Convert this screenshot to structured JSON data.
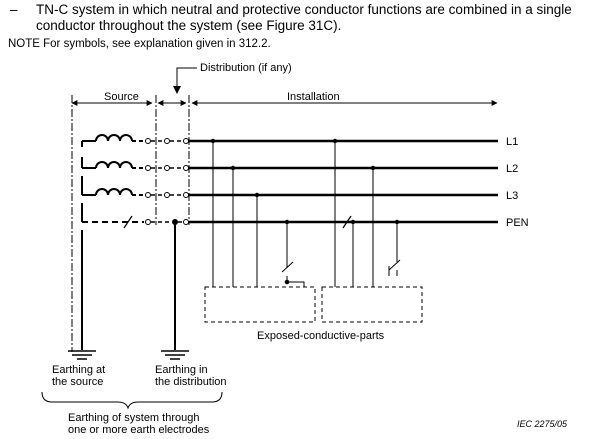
{
  "intro": {
    "dash": "–",
    "text": "TN-C system in which neutral and protective conductor functions are combined in a single conductor throughout the system (see Figure 31C)."
  },
  "note": "NOTE  For symbols, see explanation given in 312.2.",
  "diagram": {
    "distribution_label": "Distribution (if any)",
    "source_label": "Source",
    "installation_label": "Installation",
    "conductors": [
      "L1",
      "L2",
      "L3",
      "PEN"
    ],
    "exposed_parts_label": "Exposed-conductive-parts",
    "earthing_source": [
      "Earthing at",
      "the source"
    ],
    "earthing_distribution": [
      "Earthing in",
      "the distribution"
    ],
    "earthing_system": [
      "Earthing of system through",
      "one or more earth electrodes"
    ],
    "reference": "IEC   2275/05"
  }
}
